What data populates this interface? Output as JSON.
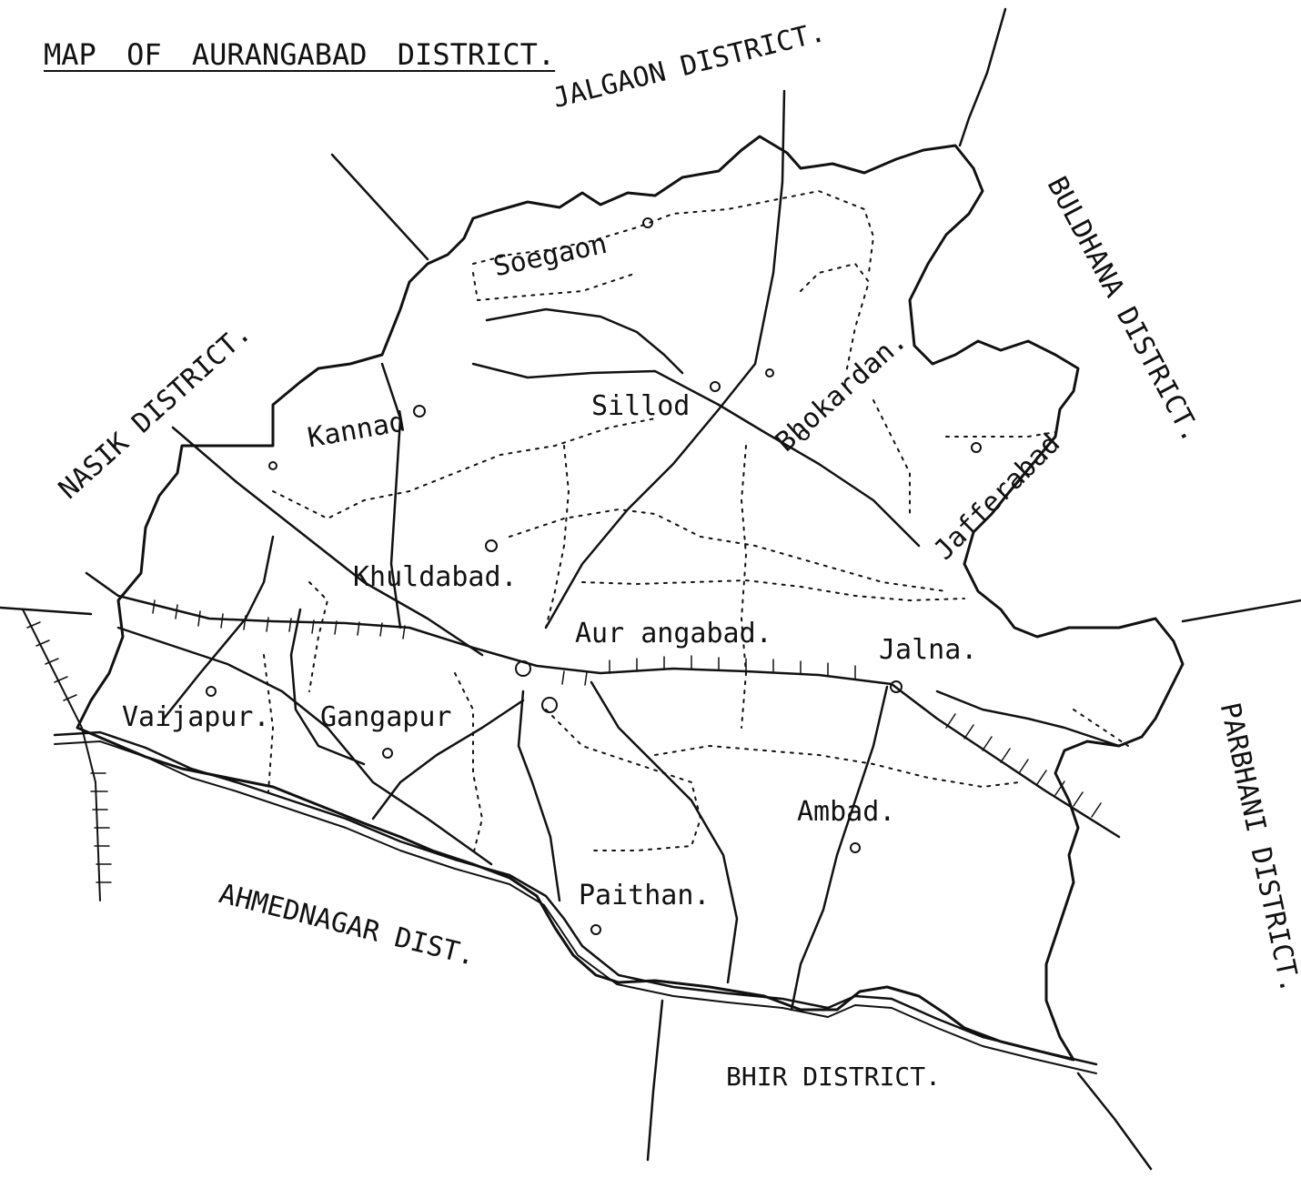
{
  "map": {
    "title": "MAP OF AURANGABAD DISTRICT.",
    "neighbouring_districts": {
      "jalgaon": "JALGAON DISTRICT.",
      "buldhana": "BULDHANA DISTRICT.",
      "nasik": "NASIK DISTRICT.",
      "parbhani": "PARBHANI DISTRICT.",
      "ahmednagar": "AHMEDNAGAR DIST.",
      "bhir": "BHIR DISTRICT."
    },
    "towns": {
      "soegaon": "Soegaon",
      "kannad": "Kannad",
      "sillod": "Sillod",
      "bhokardan": "Bhokardan.",
      "jafferabad": "Jafferabad",
      "khuldabad": "Khuldabad.",
      "aurangabad": "Aur angabad.",
      "jalna": "Jalna.",
      "vaijapur": "Vaijapur.",
      "gangapur": "Gangapur",
      "ambad": "Ambad.",
      "paithan": "Paithan."
    },
    "colors": {
      "ink": "#111111",
      "paper": "#ffffff"
    }
  }
}
